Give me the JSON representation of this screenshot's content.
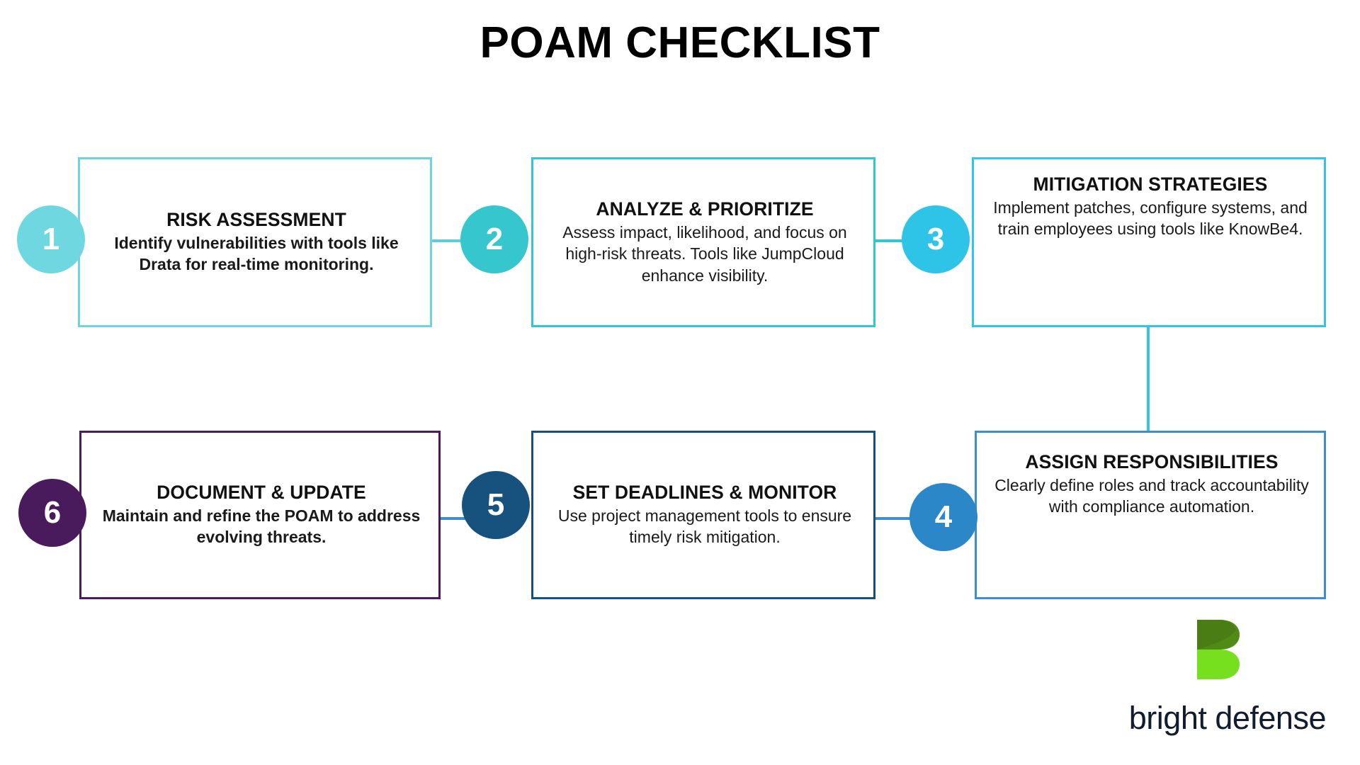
{
  "title": "POAM CHECKLIST",
  "steps": [
    {
      "number": "1",
      "title": "RISK ASSESSMENT",
      "body": "Identify vulnerabilities with tools like Drata for real-time monitoring.",
      "body_bold": true,
      "border_color": "#6FD4DE",
      "circle_color": "#6FD7DF"
    },
    {
      "number": "2",
      "title": "ANALYZE & PRIORITIZE",
      "body": "Assess impact, likelihood, and focus on high-risk threats. Tools like JumpCloud enhance visibility.",
      "body_bold": false,
      "border_color": "#33C6CF",
      "circle_color": "#35C6CE"
    },
    {
      "number": "3",
      "title": "MITIGATION STRATEGIES",
      "body": "Implement patches, configure systems, and train employees using tools like KnowBe4.",
      "body_bold": false,
      "border_color": "#35C3E8",
      "circle_color": "#2EC4E8"
    },
    {
      "number": "4",
      "title": "ASSIGN RESPONSIBILITIES",
      "body": "Clearly define roles and track accountability with compliance automation.",
      "body_bold": false,
      "border_color": "#3A8FCC",
      "circle_color": "#2B87C8"
    },
    {
      "number": "5",
      "title": "SET DEADLINES & MONITOR",
      "body": "Use project management tools to ensure timely risk mitigation.",
      "body_bold": false,
      "border_color": "#16517E",
      "circle_color": "#17517E"
    },
    {
      "number": "6",
      "title": "DOCUMENT & UPDATE",
      "body": "Maintain and refine the POAM to address evolving threats.",
      "body_bold": true,
      "border_color": "#4A1B5C",
      "circle_color": "#4A1B5C"
    }
  ],
  "connectors": [
    {
      "name": "connector-1-to-2",
      "color": "#5ECFD9"
    },
    {
      "name": "connector-2-to-3",
      "color": "#33C6CF"
    },
    {
      "name": "connector-3-to-4",
      "color": "#35C3E8"
    },
    {
      "name": "connector-4-to-5",
      "color": "#3A8FCC"
    },
    {
      "name": "connector-5-to-6",
      "color": "#3A8FCC"
    }
  ],
  "logo": {
    "wordmark": "bright defense",
    "mark_color_top": "#4F8B16",
    "mark_color_bottom": "#76E01E",
    "wordmark_color": "#111c2e"
  }
}
